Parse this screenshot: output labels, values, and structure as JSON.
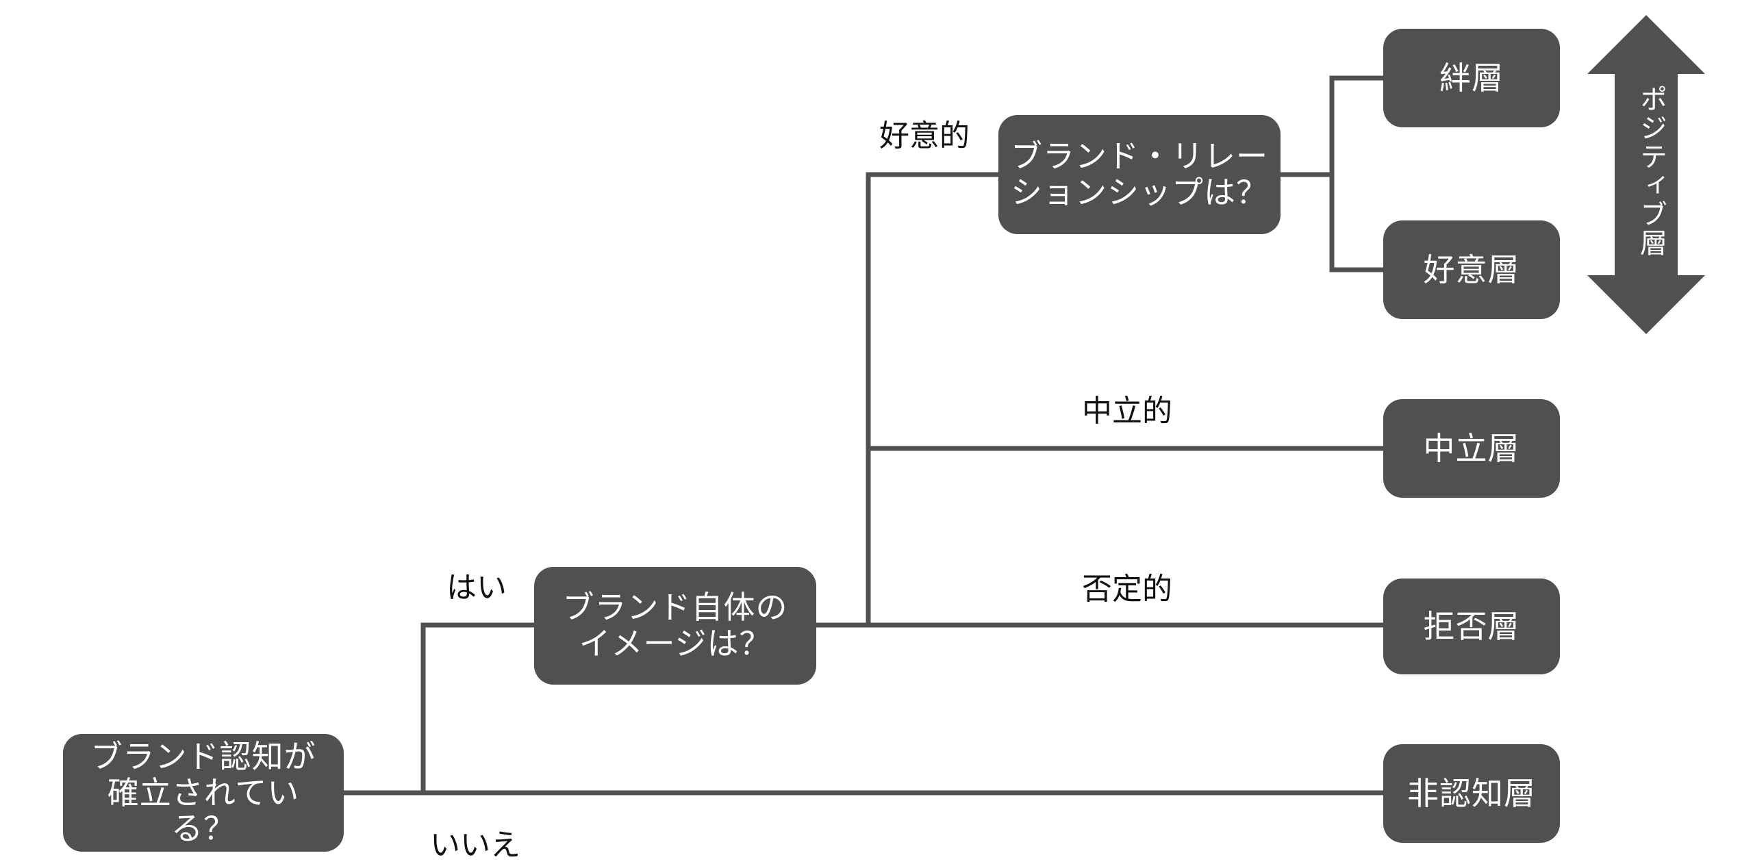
{
  "nodes": {
    "awareness": "ブランド認知が\n確立されている？",
    "image": "ブランド自体の\nイメージは？",
    "relationship": "ブランド・リレー\nションシップは？",
    "bond": "絆層",
    "favor": "好意層",
    "neutral": "中立層",
    "reject": "拒否層",
    "unaware": "非認知層"
  },
  "edges": {
    "yes": "はい",
    "no": "いいえ",
    "favorable": "好意的",
    "neutral": "中立的",
    "negative": "否定的"
  },
  "arrow_label": "ポジティブ層",
  "colors": {
    "box": "#505050",
    "line": "#505050",
    "text_light": "#ffffff",
    "text_dark": "#111111"
  }
}
